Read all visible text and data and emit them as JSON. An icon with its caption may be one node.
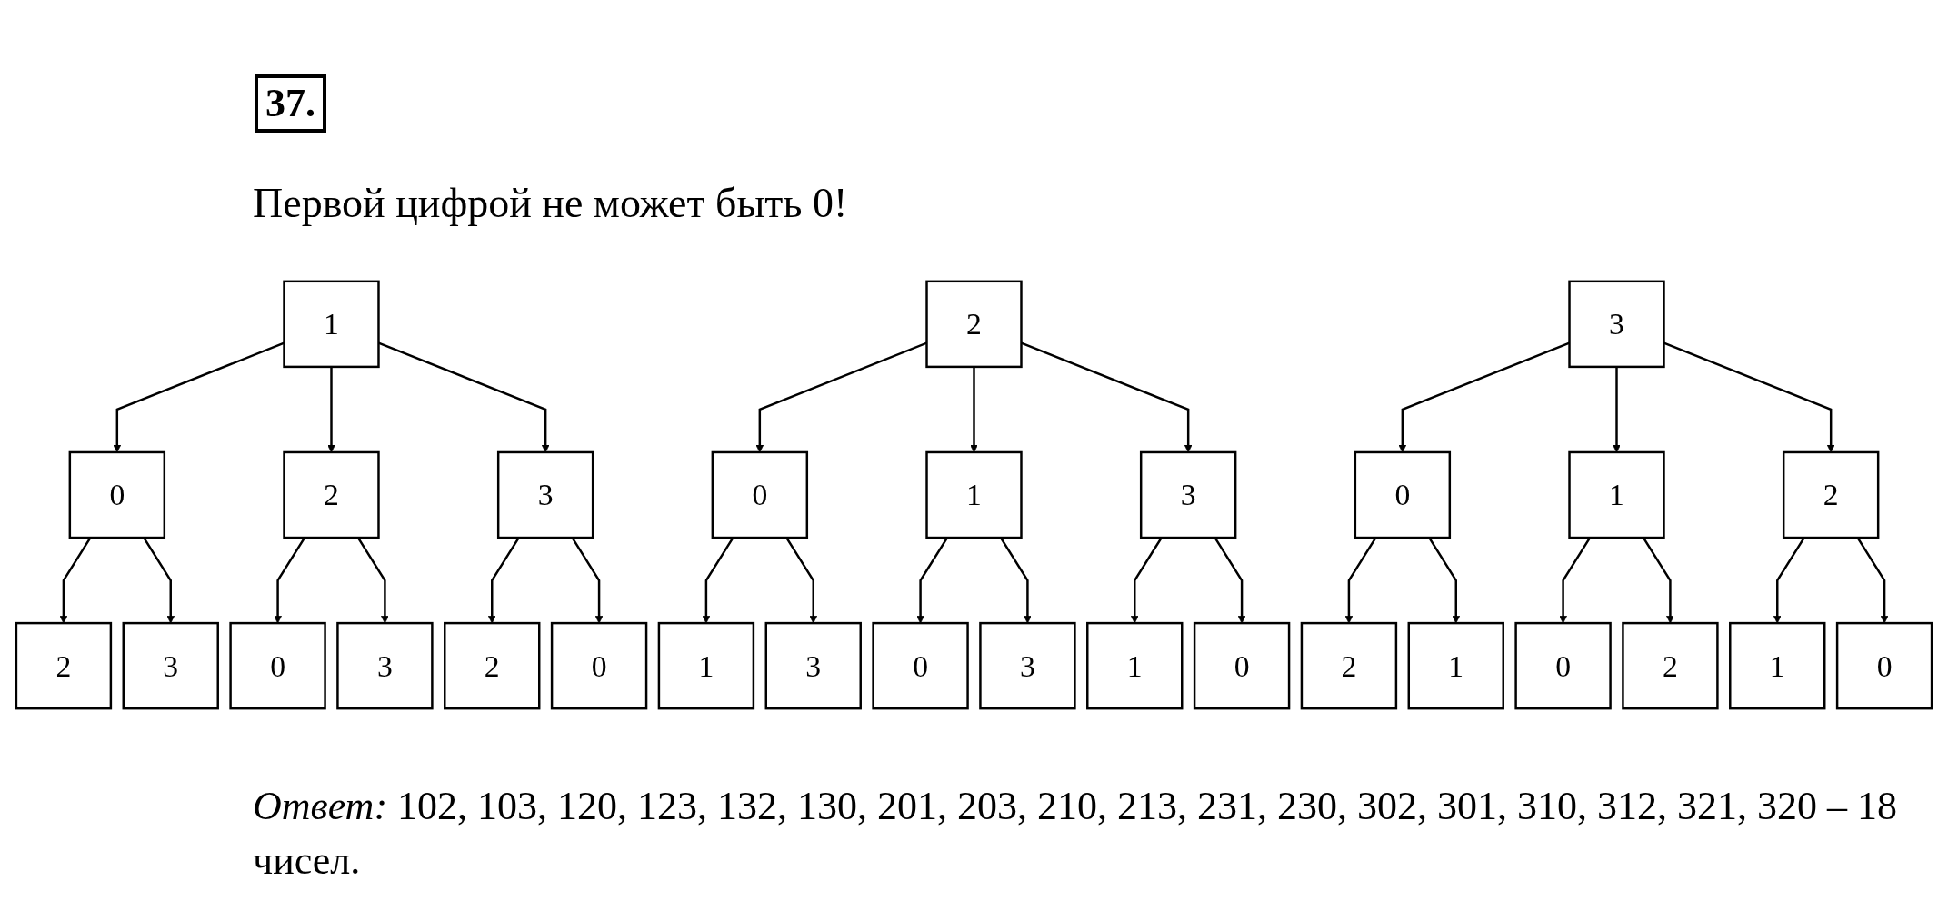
{
  "diagram": {
    "title": "37.",
    "nodes": [
      {
        "text": [
          "1"
        ]
      },
      {
        "text": [
          "2"
        ]
      },
      {
        "text": [
          "3"
        ]
      },
      {
        "text": [
          "0"
        ]
      },
      {
        "text": [
          "2"
        ]
      },
      {
        "text": [
          "3"
        ]
      },
      {
        "text": [
          "0"
        ]
      },
      {
        "text": [
          "1"
        ]
      },
      {
        "text": [
          "3"
        ]
      },
      {
        "text": [
          "0"
        ]
      },
      {
        "text": [
          "1"
        ]
      },
      {
        "text": [
          "2"
        ]
      },
      {
        "text": [
          "2"
        ]
      },
      {
        "text": [
          "3"
        ]
      },
      {
        "text": [
          "0"
        ]
      },
      {
        "text": [
          "3"
        ]
      },
      {
        "text": [
          "2"
        ]
      },
      {
        "text": [
          "0"
        ]
      },
      {
        "text": [
          "1"
        ]
      },
      {
        "text": [
          "3"
        ]
      },
      {
        "text": [
          "0"
        ]
      },
      {
        "text": [
          "3"
        ]
      },
      {
        "text": [
          "1"
        ]
      },
      {
        "text": [
          "0"
        ]
      },
      {
        "text": [
          "2"
        ]
      },
      {
        "text": [
          "1"
        ]
      },
      {
        "text": [
          "0"
        ]
      },
      {
        "text": [
          "2"
        ]
      },
      {
        "text": [
          "1"
        ]
      },
      {
        "text": [
          "0"
        ]
      }
    ],
    "edges": [
      {
        "from": 0,
        "to": 3,
        "arrow": "to"
      },
      {
        "from": 0,
        "to": 4,
        "arrow": "to"
      },
      {
        "from": 0,
        "to": 5,
        "arrow": "to"
      },
      {
        "from": 1,
        "to": 6,
        "arrow": "to"
      },
      {
        "from": 1,
        "to": 7,
        "arrow": "to"
      },
      {
        "from": 1,
        "to": 8,
        "arrow": "to"
      },
      {
        "from": 2,
        "to": 9,
        "arrow": "to"
      },
      {
        "from": 2,
        "to": 10,
        "arrow": "to"
      },
      {
        "from": 2,
        "to": 11,
        "arrow": "to"
      },
      {
        "from": 3,
        "to": 12,
        "arrow": "to"
      },
      {
        "from": 3,
        "to": 13,
        "arrow": "to"
      },
      {
        "from": 4,
        "to": 14,
        "arrow": "to"
      },
      {
        "from": 4,
        "to": 15,
        "arrow": "to"
      },
      {
        "from": 5,
        "to": 16,
        "arrow": "to"
      },
      {
        "from": 5,
        "to": 17,
        "arrow": "to"
      },
      {
        "from": 6,
        "to": 18,
        "arrow": "to"
      },
      {
        "from": 6,
        "to": 19,
        "arrow": "to"
      },
      {
        "from": 7,
        "to": 20,
        "arrow": "to"
      },
      {
        "from": 7,
        "to": 21,
        "arrow": "to"
      },
      {
        "from": 8,
        "to": 22,
        "arrow": "to"
      },
      {
        "from": 8,
        "to": 23,
        "arrow": "to"
      },
      {
        "from": 9,
        "to": 24,
        "arrow": "to"
      },
      {
        "from": 9,
        "to": 25,
        "arrow": "to"
      },
      {
        "from": 10,
        "to": 26,
        "arrow": "to"
      },
      {
        "from": 10,
        "to": 27,
        "arrow": "to"
      },
      {
        "from": 11,
        "to": 28,
        "arrow": "to"
      },
      {
        "from": 11,
        "to": 29,
        "arrow": "to"
      }
    ],
    "labels": [
      "Первой цифрой не может быть 0!",
      "*Ответ:* 102, 103, 120, 123, 132, 130, 201, 203, 210, 213, 231, 230, 302, 301, 310, 312, 321, 320 – 18 чисел."
    ]
  }
}
